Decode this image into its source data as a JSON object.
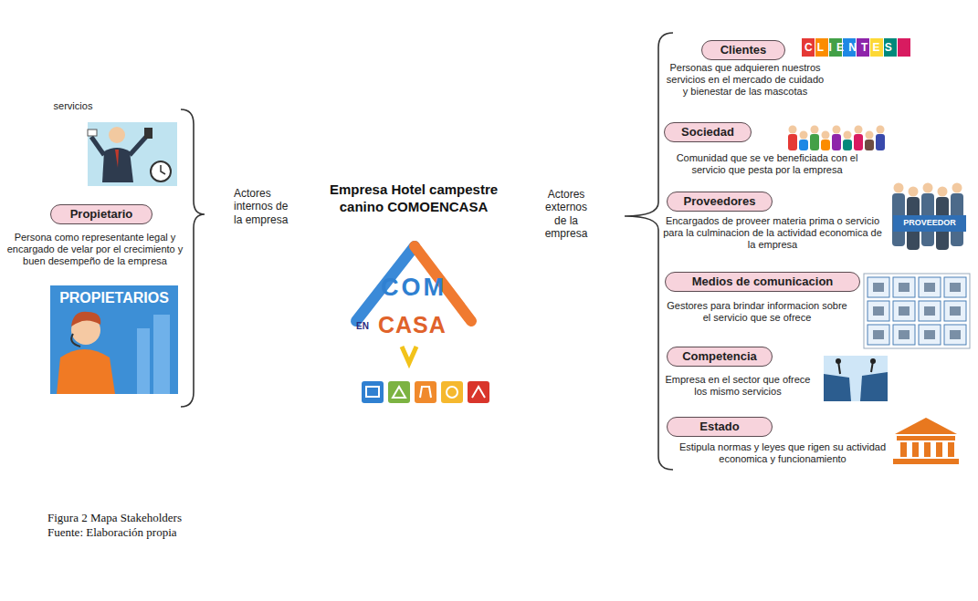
{
  "diagram": {
    "caption": "Figura 2 Mapa Stakeholders",
    "nodes": [
      {
        "text": [
          "Propietario",
          "Persona como representante legal y encargado de velar por el crecimiento y buen desempeño de la empresa"
        ]
      },
      {
        "text": [
          "Clientes",
          "Personas que adquieren nuestros servicios en el mercado de cuidado y bienestar de las mascotas"
        ]
      },
      {
        "text": [
          "Sociedad",
          "Comunidad que se ve beneficiada con el servicio que pesta por la empresa"
        ]
      },
      {
        "text": [
          "Proveedores",
          "Encargados de proveer materia prima o servicio para la culminacion de la actividad economica de la empresa"
        ]
      },
      {
        "text": [
          "Medios de comunicacion",
          "Gestores para brindar informacion sobre el servicio que se ofrece"
        ]
      },
      {
        "text": [
          "Competencia",
          "Empresa en el sector que ofrece los mismo servicios"
        ]
      },
      {
        "text": [
          "Estado",
          "Estipula normas y leyes que rigen su actividad economica y funcionamiento"
        ]
      }
    ],
    "labels": [
      "servicios",
      "PROPIETARIOS",
      "Actores internos de la empresa",
      "Empresa Hotel campestre canino COMOENCASA",
      "COM",
      "EN",
      "CASA",
      "Actores externos de la empresa",
      "CLIENTES",
      "PROVEEDOR",
      "Fuente: Elaboración propia"
    ]
  }
}
